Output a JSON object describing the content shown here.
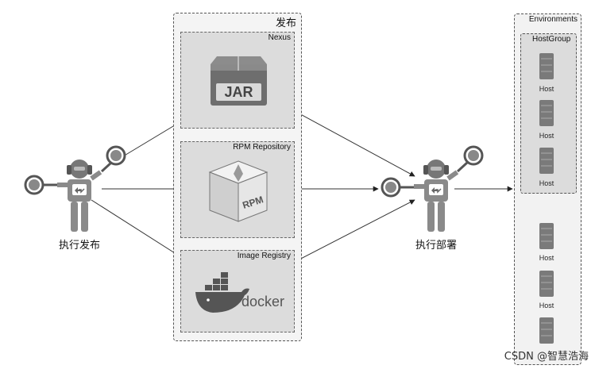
{
  "release": {
    "title": "发布",
    "repos": [
      {
        "name": "Nexus",
        "icon_text": "JAR"
      },
      {
        "name": "RPM Repository",
        "icon_text": "RPM"
      },
      {
        "name": "Image Registry",
        "icon_text": "docker"
      }
    ]
  },
  "actors": {
    "publisher": "执行发布",
    "deployer": "执行部署"
  },
  "environments": {
    "title": "Environments",
    "hostgroup_title": "HostGroup",
    "host_label": "Host"
  },
  "watermark": "CSDN @智慧浩海",
  "colors": {
    "panel_bg": "#dcdcdc",
    "robot": "#8a8a8a",
    "icon_dark": "#555555"
  }
}
